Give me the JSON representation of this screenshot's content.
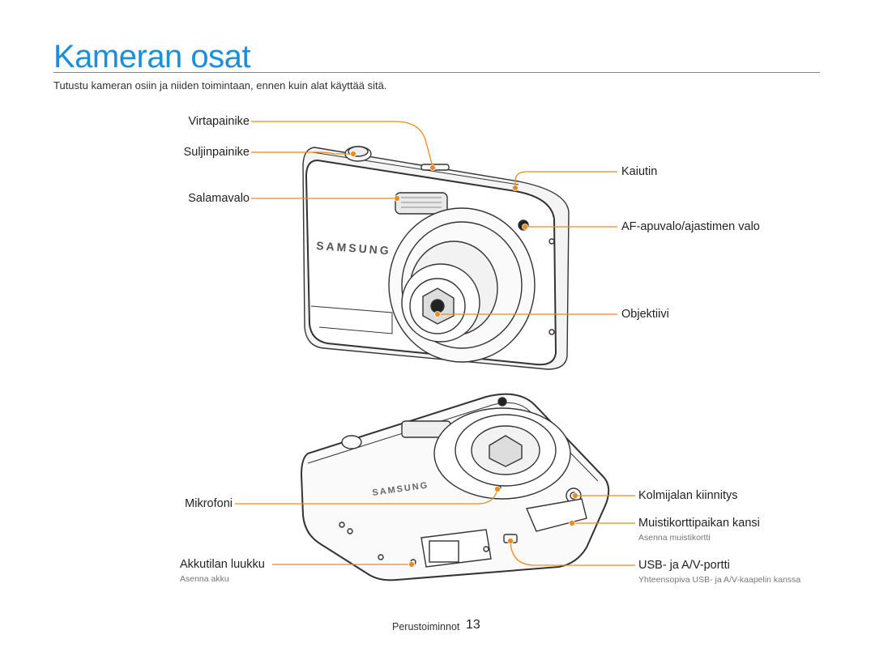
{
  "page": {
    "title": "Kameran osat",
    "intro": "Tutustu kameran osiin ja niiden toimintaan, ennen kuin alat käyttää sitä."
  },
  "front_labels": {
    "power": "Virtapainike",
    "shutter": "Suljinpainike",
    "flash": "Salamavalo",
    "speaker": "Kaiutin",
    "af_light": "AF-apuvalo/ajastimen valo",
    "lens": "Objektiivi"
  },
  "back_labels": {
    "microphone": "Mikrofoni",
    "battery_door": "Akkutilan luukku",
    "battery_door_note": "Asenna akku",
    "tripod": "Kolmijalan kiinnitys",
    "card_slot": "Muistikorttipaikan kansi",
    "card_slot_note": "Asenna muistikortti",
    "usb": "USB- ja A/V-portti",
    "usb_note": "Yhteensopiva USB- ja A/V-kaapelin kanssa"
  },
  "camera": {
    "brand": "SAMSUNG"
  },
  "footer": {
    "section": "Perustoiminnot",
    "page_number": "13"
  },
  "colors": {
    "title": "#1a8fe0",
    "callout": "#f08a1c"
  }
}
